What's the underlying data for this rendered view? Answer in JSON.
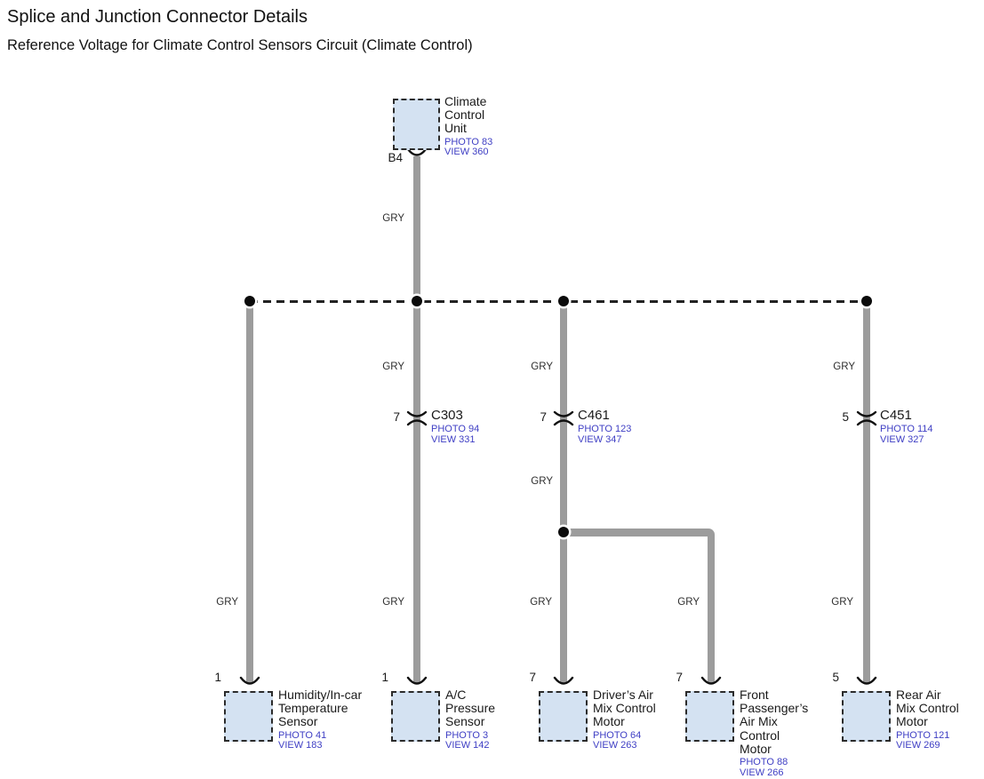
{
  "header": {
    "title": "Splice and Junction Connector Details",
    "subtitle": "Reference Voltage for Climate Control Sensors Circuit (Climate Control)"
  },
  "wire_color_label": "GRY",
  "colors": {
    "wire": "#9c9c9c",
    "box_fill": "#d4e2f2",
    "reference_text": "#3e3ec4"
  },
  "source_unit": {
    "pin": "B4",
    "lines": [
      "Climate",
      "Control",
      "Unit"
    ],
    "photo": "PHOTO 83",
    "view": "VIEW 360"
  },
  "connectors": [
    {
      "pin": "7",
      "name": "C303",
      "photo": "PHOTO 94",
      "view": "VIEW 331"
    },
    {
      "pin": "7",
      "name": "C461",
      "photo": "PHOTO 123",
      "view": "VIEW 347"
    },
    {
      "pin": "5",
      "name": "C451",
      "photo": "PHOTO 114",
      "view": "VIEW 327"
    }
  ],
  "components": [
    {
      "pin": "1",
      "lines": [
        "Humidity/In-car",
        "Temperature",
        "Sensor"
      ],
      "photo": "PHOTO 41",
      "view": "VIEW 183"
    },
    {
      "pin": "1",
      "lines": [
        "A/C",
        "Pressure",
        "Sensor"
      ],
      "photo": "PHOTO 3",
      "view": "VIEW 142"
    },
    {
      "pin": "7",
      "lines": [
        "Driver’s Air",
        "Mix Control",
        "Motor"
      ],
      "photo": "PHOTO 64",
      "view": "VIEW 263"
    },
    {
      "pin": "7",
      "lines": [
        "Front",
        "Passenger’s",
        "Air Mix",
        "Control",
        "Motor"
      ],
      "photo": "PHOTO 88",
      "view": "VIEW 266"
    },
    {
      "pin": "5",
      "lines": [
        "Rear Air",
        "Mix Control",
        "Motor"
      ],
      "photo": "PHOTO 121",
      "view": "VIEW 269"
    }
  ]
}
